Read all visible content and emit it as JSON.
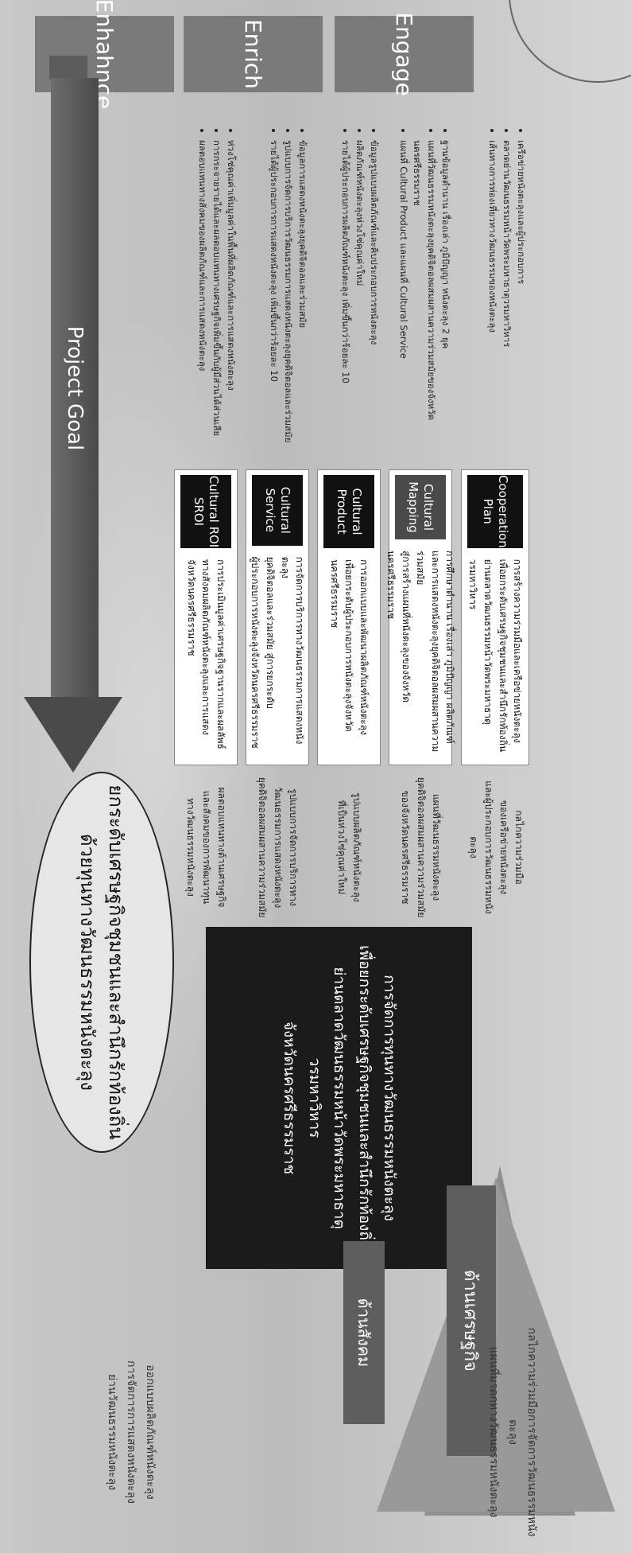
{
  "top_tags": [
    "Enhahnce",
    "Enrich",
    "Engage"
  ],
  "project_goal": "Project Goal",
  "goal_ellipse": {
    "line1": "ยกระดับเศรษฐกิจชุมชนและสำนึกรักท้องถิ่น",
    "line2": "ด้วยทุนทางวัฒนธรรมหนังตะลุง"
  },
  "center_box": {
    "line1": "การจัดการทุนทางวัฒนธรรมหนังตะลุง",
    "line2": "เพื่อยกระดับเศรษฐกิจชุมชนและสำนึกรักท้องถิ่น",
    "line3": "ย่านตลาดวัฒนธรรมหน้าวัดพระมหาธาตุวรมหาวิหาร",
    "line4": "จังหวัดนครศรีธรรมราช"
  },
  "pyramid": {
    "top": "ด้านสังคม",
    "bottom": "ด้านเศรษฐกิจ"
  },
  "bottom_text": {
    "col1_line1": "กลไกความร่วมมือการจัดการวัฒนธรรมหนังตะลุง",
    "col1_line2": "แผนที่มรดกทางวัฒนธรรมหนังตะลุง",
    "col2_line1": "ออกแบบผลิตภัณฑ์หนังตะลุง",
    "col2_line2": "การจัดการการแสดงหนังตะลุง",
    "col2_line3": "ย่านวัฒนธรรมหนังตะลุง"
  },
  "rows": [
    {
      "left": [
        "ผลตอบแทนทางด้านเศรษฐกิจ",
        "และสังคมของการพัฒนาทุน",
        "ทางวัฒนธรรมหนังตะลุง"
      ],
      "block": "Cultural ROI SROI",
      "text": [
        "การประเมินมูลค่าเศรษฐกิจฐานรากและผลลัพธ์",
        "ทางสังคมผลิตภัณฑ์หนังตะลุงและการแสดง",
        "จังหวัดนครศรีธรรมราช"
      ],
      "bullets": [
        "ห่วงโซ่คุณค่าเพิ่มมูลค่าในพื้นที่ผลิตภัณฑ์และการแสดงหนังตะลุง",
        "การกระจายรายได้และผลตอบแทนทางเศรษฐกิจเพิ่มขึ้นกับผู้มีส่วนได้ส่วนเสีย",
        "ผลตอบแทนทางสังคมของผลิตภัณฑ์และการแสดงหนังตะลุง"
      ]
    },
    {
      "left": [
        "รูปแบบการจัดการบริการทาง",
        "วัฒนธรรมการแสดงหนังตะลุง",
        "ยุคดิจิตอลผสมผสานความร่วมสมัย"
      ],
      "block": "Cultural Service",
      "text": [
        "การจัดการบริการทางวัฒนธรรมการแสดงหนังตะลุง",
        "ยุคดิจิตอลและร่วมสมัย สู่การยกระดับ",
        "ผู้ประกอบการหนังตะลุงจังหวัดนครศรีธรรมราช"
      ],
      "bullets": [
        "ข้อมูลการแสดงหนังตะลุงยุคดิจิตอลและร่วมสมัย",
        "รูปแบบการจัดการบริการวัฒนธรรมการแสดงหนังตะลุงยุคดิจิตอลและร่วมสมัย",
        "รายได้ผู้ประกอบการการแสดงหนังตะลุง เพิ่มขึ้นกว่าร้อยละ 10"
      ]
    },
    {
      "left": [
        "รูปแบบผลิตภัณฑ์หนังตะลุง",
        "ที่เป็นห่วงโซ่คุณค่าใหม่"
      ],
      "block": "Cultural Product",
      "text": [
        "การออกแบบและพัฒนาผลิตภัณฑ์หนังตะลุง",
        "เพื่อยกระดับผู้ประกอบการหนังตะลุงจังหวัด",
        "นครศรีธรรมราช"
      ],
      "bullets": [
        "ข้อมูลรูปแบบผลิตภัณฑ์และคิบประกอบการหนังตะลุง",
        "ผลิตภัณฑ์หนังตะลุงห่วงโซ่คุณค่าใหม่",
        "รายได้ผู้ประกอบการผลิตภัณฑ์หนังตะลุง เพิ่มขึ้นกว่าร้อยละ 10"
      ]
    },
    {
      "left": [
        "แผนที่วัฒนธรรมหนังตะลุง",
        "ยุคดิจิตอลผสมผสานความร่วมสมัย",
        "ของจังหวัดนครศรีธรรมราช"
      ],
      "block": "Cultural Mapping",
      "text": [
        "การศึกษาตำนาน เรื่องเล่า ภูมิปัญญา ผลิตภัณฑ์",
        "และการแสดงหนังตะลุงยุคดิจิตอลผสมผสานความร่วมสมัย",
        "สู่การสร้างแผนที่หนังตะลุงของจังหวัดนครศรีธรรมราช"
      ],
      "bullets": [
        "ฐานข้อมูลตำนาน เรื่องเล่า ภูมิปัญญา หนังตะลุง 2 ยุค",
        "แผนที่วัฒนธรรมหนังตะลุงยุคดิจิตอลผสมผสานความร่วมสมัยของจังหวัดนครศรีธรรมราช",
        "แผนที่ Cultural Product และแผนที่ Cultural Service"
      ]
    },
    {
      "left": [
        "กลไกความร่วมมือ",
        "ของเครือข่ายหนังตะลุง",
        "และผู้ประกอบการวัฒนธรรมหนังตะลุง"
      ],
      "block": "Cooperation Plan",
      "text": [
        "การสร้างความร่วมมือและเครือข่ายหนังตะลุง",
        "เพื่อยกระดับเศรษฐกิจชุมชนและสำนึกรักท้องถิ่น",
        "ย่านตลาดวัฒนธรรมหน้าวัดพระมหาธาตุวรมหาวิหาร"
      ],
      "bullets": [
        "เครือข่ายหนังตะลุงและผู้ประกอบการ",
        "ตลาดย่านวัฒนธรรมหน้าวัดพระมหาธาตุวรมหาวิหาร",
        "เส้นทางการท่องเที่ยวทางวัฒนธรรมของหนังตะลุง"
      ]
    }
  ]
}
